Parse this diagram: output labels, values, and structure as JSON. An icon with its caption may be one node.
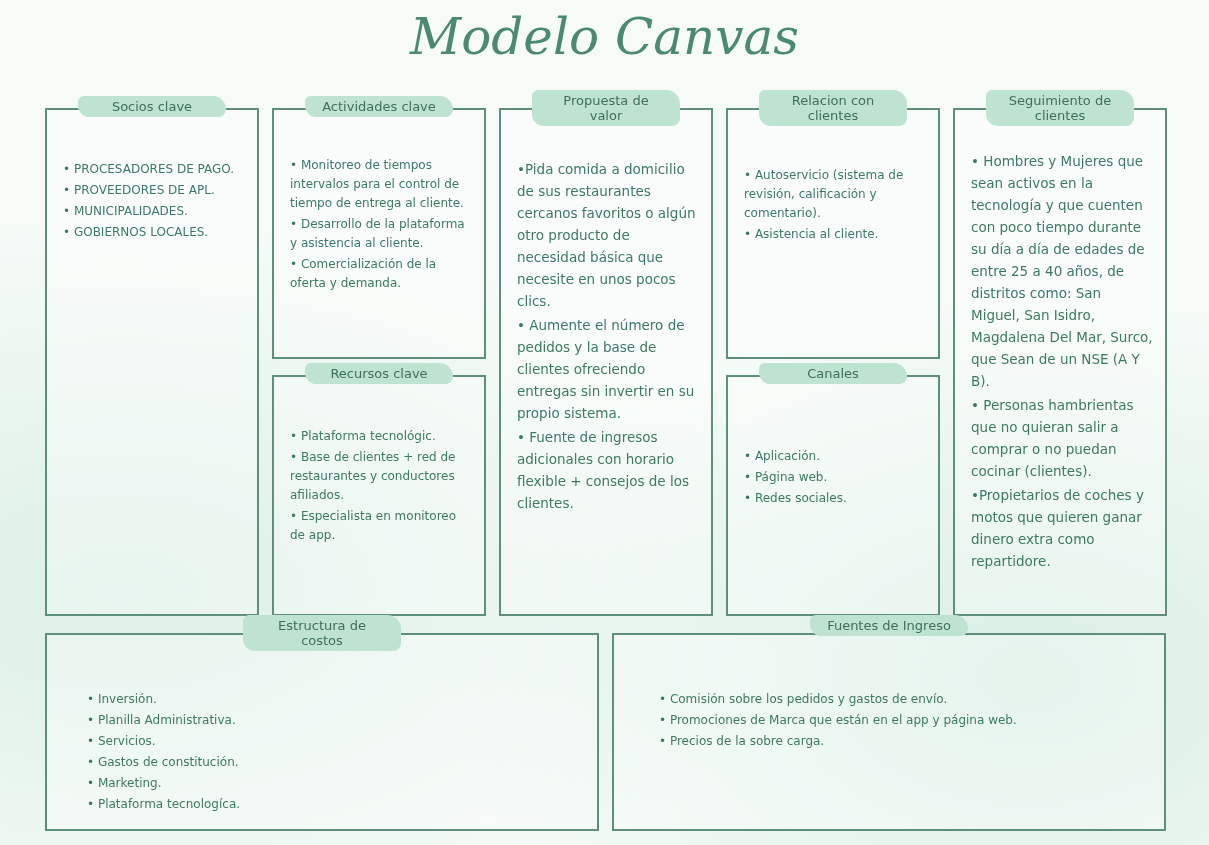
{
  "diagram": {
    "title": "Modelo Canvas",
    "nodes": [
      {
        "text": [
          "Socios clave",
          "• PROCESADORES DE PAGO.",
          "• PROVEEDORES DE APL.",
          "• MUNICIPALIDADES.",
          "• GOBIERNOS LOCALES."
        ]
      },
      {
        "text": [
          "Actividades clave",
          "• Monitoreo de tiempos intervalos para el control de tiempo de entrega al cliente.",
          "• Desarrollo de la plataforma y asistencia al cliente.",
          "• Comercialización de la oferta y demanda."
        ]
      },
      {
        "text": [
          "Recursos clave",
          "• Plataforma tecnológic.",
          "• Base de clientes + red de restaurantes y conductores afiliados.",
          "• Especialista en monitoreo de app."
        ]
      },
      {
        "text": [
          "Propuesta de valor",
          "•Pida comida a domicilio de sus restaurantes cercanos favoritos o algún otro producto de necesidad básica que necesite en unos pocos clics.",
          "• Aumente el número de pedidos y la base de clientes ofreciendo entregas sin invertir en su propio sistema.",
          "• Fuente de ingresos adicionales con horario flexible + consejos de los clientes."
        ]
      },
      {
        "text": [
          "Relacion con clientes",
          "• Autoservicio (sistema de revisión, calificación y comentario).",
          "• Asistencia al cliente."
        ]
      },
      {
        "text": [
          "Canales",
          "• Aplicación.",
          "• Página web.",
          "• Redes sociales."
        ]
      },
      {
        "text": [
          "Seguimiento de clientes",
          "• Hombres y Mujeres que sean activos en la tecnología y que cuenten con poco tiempo durante su día a día de edades de entre 25 a 40 años, de distritos como: San Miguel, San Isidro, Magdalena Del Mar, Surco, que Sean de un NSE (A Y B).",
          "• Personas hambrientas que no quieran salir a comprar o no puedan cocinar (clientes).",
          "•Propietarios de coches y motos que quieren ganar dinero extra como repartidore."
        ]
      },
      {
        "text": [
          "Estructura de costos",
          "• Inversión.",
          "• Planilla Administrativa.",
          "• Servicios.",
          "• Gastos de constitución.",
          "• Marketing.",
          "• Plataforma tecnologíca."
        ]
      },
      {
        "text": [
          "Fuentes de Ingreso",
          "• Comisión sobre los pedidos y gastos de envío.",
          "• Promociones de Marca que están en el app y página web.",
          "• Precios de la sobre carga."
        ]
      }
    ]
  }
}
